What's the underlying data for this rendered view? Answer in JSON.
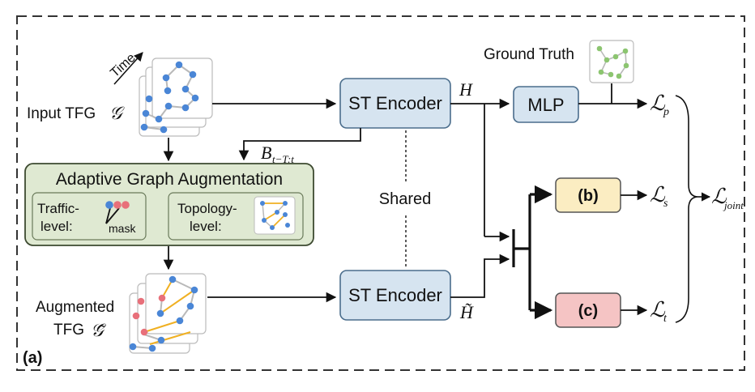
{
  "panel_label": "(a)",
  "inputs": {
    "time_label": "Time",
    "input_label": "Input TFG",
    "input_symbol": "𝒢",
    "augmented_label_line1": "Augmented",
    "augmented_label_line2": "TFG",
    "augmented_symbol": "𝒢̃"
  },
  "ground_truth_label": "Ground Truth",
  "encoders": {
    "top": "ST Encoder",
    "bottom": "ST Encoder",
    "shared_label": "Shared"
  },
  "mlp_label": "MLP",
  "augmentation": {
    "title": "Adaptive Graph Augmentation",
    "traffic_line1": "Traffic-",
    "traffic_line2": "level:",
    "mask_label": "mask",
    "topology_line1": "Topology-",
    "topology_line2": "level:"
  },
  "symbols": {
    "H": "H",
    "H_tilde": "H̃",
    "B_main": "B",
    "B_sub": "t−T:t"
  },
  "heads": {
    "b_label": "(b)",
    "c_label": "(c)"
  },
  "losses": {
    "script_L": "ℒ",
    "p_sub": "p",
    "s_sub": "s",
    "t_sub": "t",
    "joint_sub": "joint"
  },
  "colors": {
    "encoder_fill": "#d6e4f0",
    "encoder_stroke": "#4a6d8c",
    "augment_fill": "#dfe9d2",
    "augment_stroke": "#3d4a30",
    "b_fill": "#fbedc2",
    "c_fill": "#f5c4c4",
    "node_blue": "#4a86d6",
    "node_red": "#e8707a",
    "edge_orange": "#f0b022",
    "node_green": "#8cc570"
  }
}
